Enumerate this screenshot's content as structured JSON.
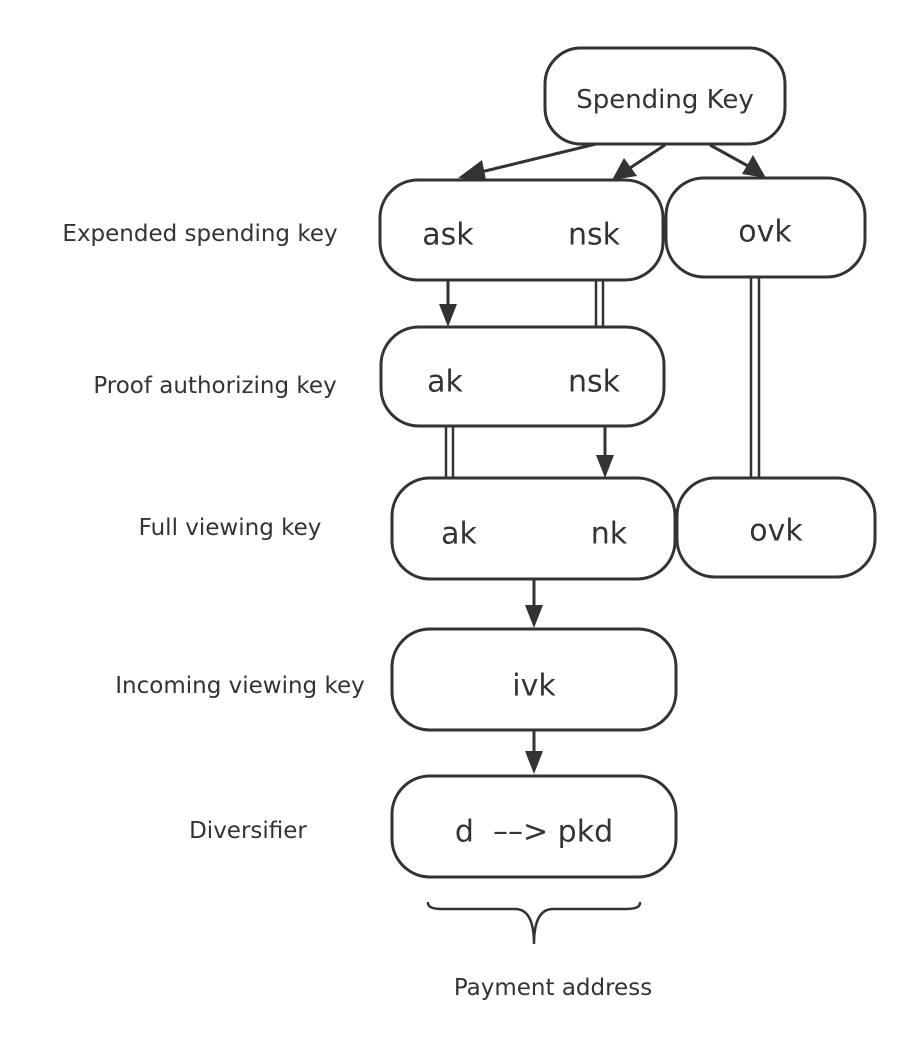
{
  "nodes": {
    "spending_key": "Spending Key",
    "esk_ask": "ask",
    "esk_nsk": "nsk",
    "esk_ovk": "ovk",
    "pak_ak": "ak",
    "pak_nsk": "nsk",
    "fvk_ak": "ak",
    "fvk_nk": "nk",
    "fvk_ovk": "ovk",
    "ivk": "ivk",
    "diversifier": "d  ––> pkd"
  },
  "row_labels": {
    "expended_spending_key": "Expended spending key",
    "proof_authorizing_key": "Proof authorizing key",
    "full_viewing_key": "Full viewing key",
    "incoming_viewing_key": "Incoming viewing key",
    "diversifier": "Diversifier"
  },
  "brace_label": "Payment address",
  "colors": {
    "stroke": "#333333",
    "background": "#ffffff"
  }
}
